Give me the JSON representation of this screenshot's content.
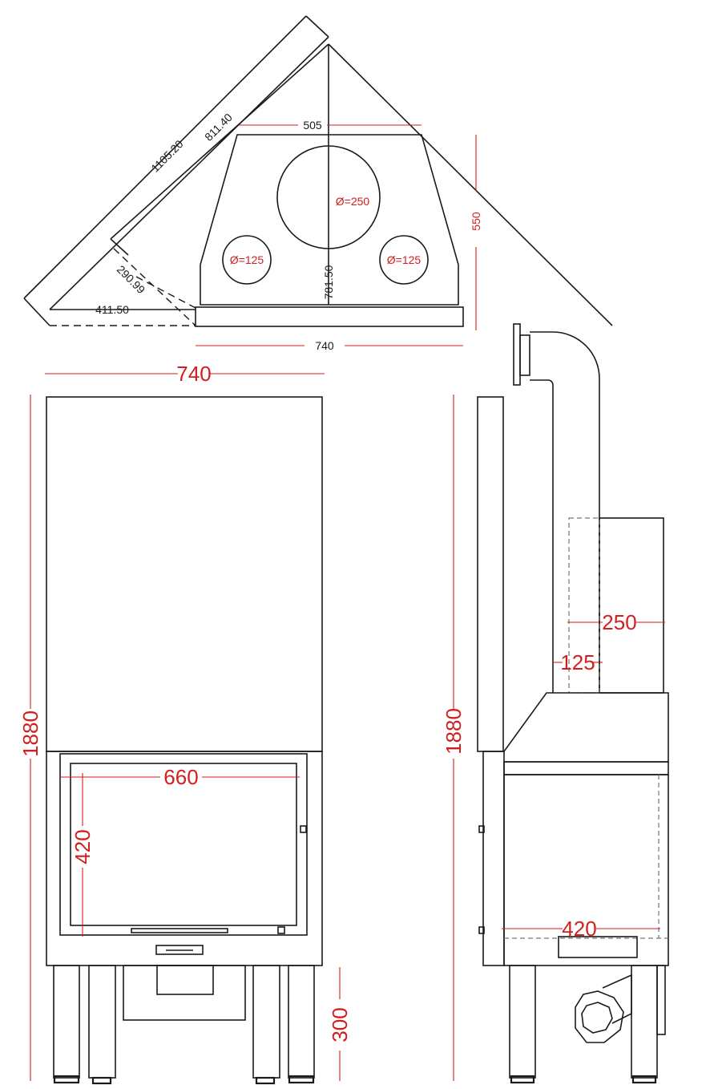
{
  "plan_view": {
    "dim_diagonal_outer": "1105.20",
    "dim_diagonal_inner": "811.40",
    "dim_top_width": "505",
    "dim_flue_center": "Ø=250",
    "dim_flue_left": "Ø=125",
    "dim_flue_right": "Ø=125",
    "dim_depth": "781.50",
    "dim_height_side": "550",
    "dim_corner_diag": "290.99",
    "dim_corner_offset": "411.50",
    "dim_base_width": "740"
  },
  "front_view": {
    "dim_width": "740",
    "dim_height": "1880",
    "dim_glass_width": "660",
    "dim_glass_height": "420",
    "dim_legs": "300"
  },
  "side_view": {
    "dim_height": "1880",
    "dim_flue_250": "250",
    "dim_flue_125": "125",
    "dim_depth": "420"
  },
  "colors": {
    "line": "#1a1a1a",
    "dimension": "#d21e1e"
  }
}
